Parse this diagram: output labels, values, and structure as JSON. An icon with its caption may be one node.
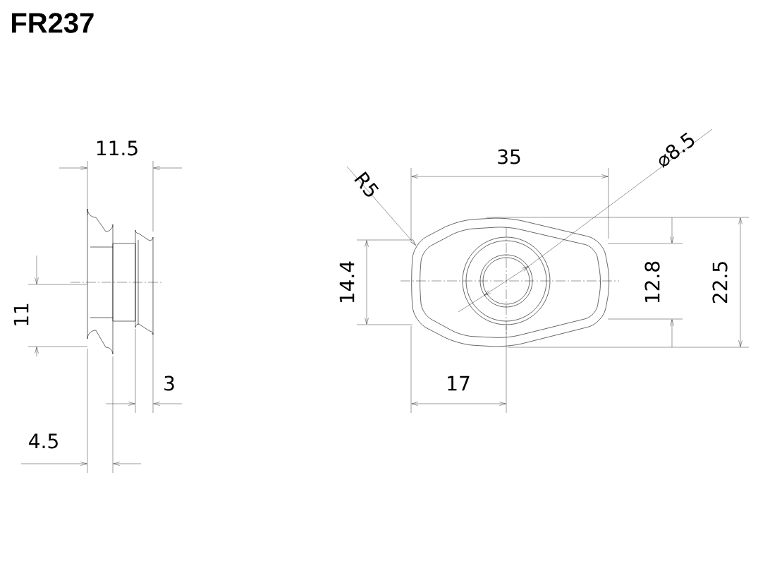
{
  "diagram": {
    "title": "FR237",
    "labels": [
      "11.5",
      "11",
      "3",
      "4.5",
      "R5",
      "35",
      "⌀8.5",
      "14.4",
      "12.8",
      "22.5",
      "17"
    ]
  }
}
